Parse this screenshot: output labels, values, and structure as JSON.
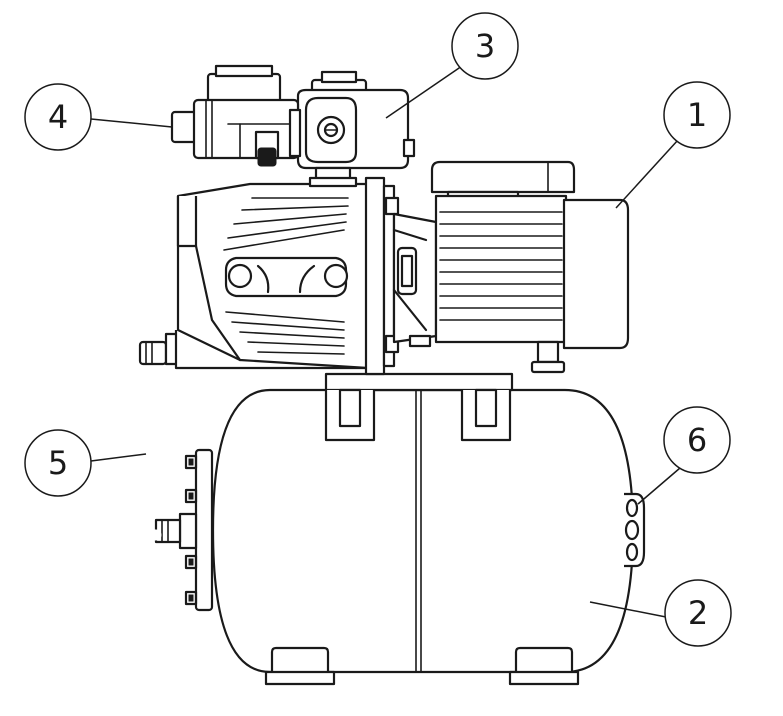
{
  "callouts": [
    {
      "id": "1",
      "label": "1",
      "part": "motor"
    },
    {
      "id": "2",
      "label": "2",
      "part": "pressure-tank"
    },
    {
      "id": "3",
      "label": "3",
      "part": "pressure-switch"
    },
    {
      "id": "4",
      "label": "4",
      "part": "outlet-fitting"
    },
    {
      "id": "5",
      "label": "5",
      "part": "connecting-hose"
    },
    {
      "id": "6",
      "label": "6",
      "part": "tank-air-valve"
    }
  ]
}
